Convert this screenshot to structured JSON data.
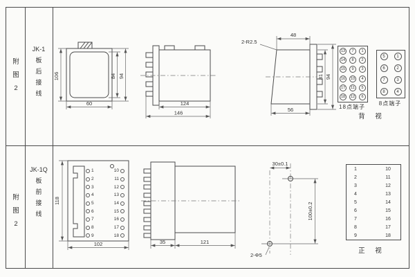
{
  "labels": {
    "fig_top": [
      "附",
      "图",
      "2"
    ],
    "model_top": [
      "JK-1",
      "板",
      "后",
      "接",
      "线"
    ],
    "fig_bottom": [
      "附",
      "图",
      "2"
    ],
    "model_bottom": [
      "JK-1Q",
      "板",
      "前",
      "接",
      "线"
    ],
    "terminals18_label": "18点端子",
    "terminals8_label": "8点端子",
    "back_view": "背 视",
    "front_view": "正 视"
  },
  "dims": {
    "front": {
      "height": "106",
      "inner_height": "84",
      "outer_height": "94",
      "width": "60"
    },
    "side": {
      "body_depth": "124",
      "total_depth": "146"
    },
    "rear": {
      "corner_radius": "2-R2.5",
      "top_width": "48",
      "inner_height": "81",
      "outer_height": "94",
      "bottom_width": "56"
    },
    "socket": {
      "height": "118",
      "width": "102",
      "plate_depth": "35",
      "body_depth": "121"
    },
    "drill": {
      "hole_offset_x": "30±0.1",
      "hole_offset_y": "100±0.2",
      "holes": "2-Φ5"
    }
  },
  "terminals": {
    "grid18": [
      "13",
      "7",
      "1",
      "14",
      "8",
      "2",
      "15",
      "9",
      "3",
      "16",
      "10",
      "4",
      "17",
      "11",
      "5",
      "18",
      "12",
      "6"
    ],
    "grid8": [
      "5",
      "1",
      "6",
      "2",
      "7",
      "3",
      "8",
      "4"
    ],
    "left_numbers": [
      "1",
      "2",
      "3",
      "4",
      "5",
      "6",
      "7",
      "8",
      "9"
    ],
    "right_numbers": [
      "10",
      "11",
      "12",
      "13",
      "14",
      "15",
      "16",
      "17",
      "18"
    ]
  }
}
